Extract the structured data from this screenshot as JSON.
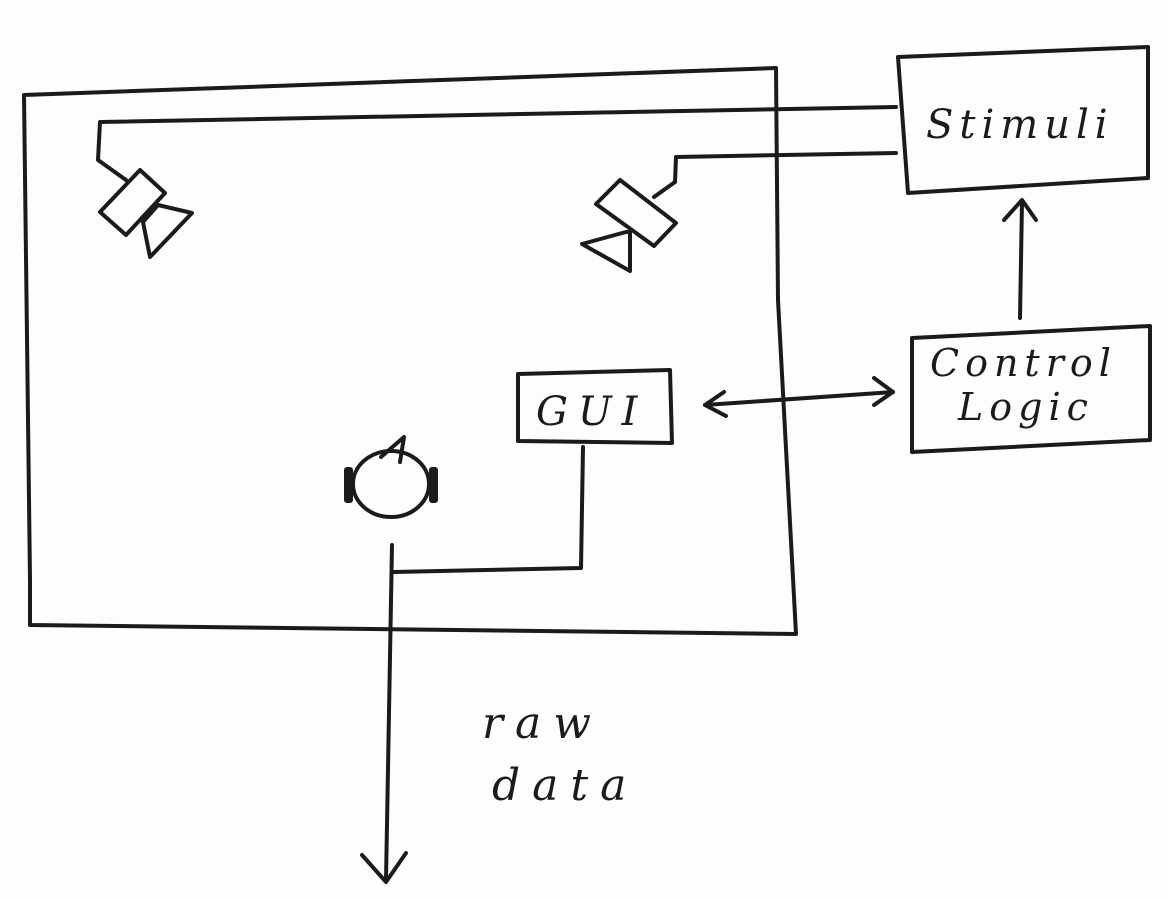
{
  "diagram": {
    "boxes": {
      "stimuli": "Stimuli",
      "control_logic_line1": "Control",
      "control_logic_line2": "Logic",
      "gui": "GUI"
    },
    "labels": {
      "raw_data_line1": "raw",
      "raw_data_line2": "data"
    },
    "icons": {
      "left_speaker": "speaker-icon",
      "right_speaker": "speaker-icon",
      "listener": "listener-head-icon"
    }
  }
}
